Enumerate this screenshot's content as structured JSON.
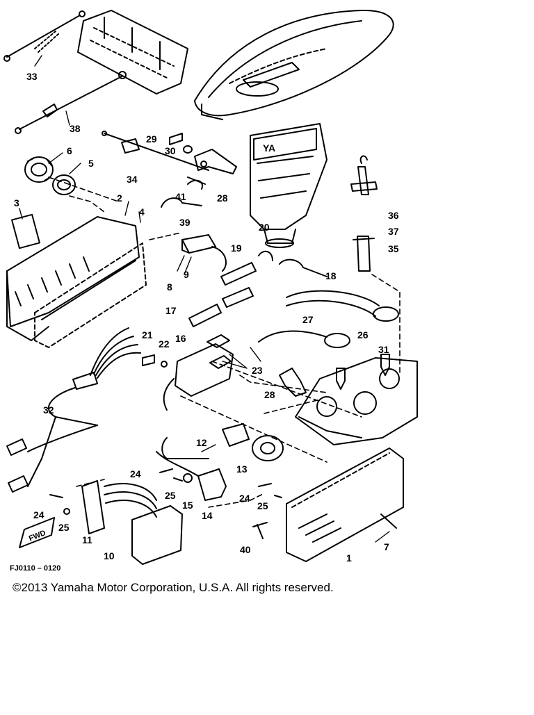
{
  "diagram": {
    "part_numbers": [
      "1",
      "2",
      "3",
      "4",
      "5",
      "6",
      "7",
      "8",
      "9",
      "10",
      "11",
      "12",
      "13",
      "14",
      "15",
      "16",
      "17",
      "18",
      "19",
      "20",
      "21",
      "22",
      "23",
      "24",
      "25",
      "26",
      "27",
      "28",
      "29",
      "30",
      "31",
      "32",
      "33",
      "34",
      "35",
      "36",
      "37",
      "38",
      "39",
      "40",
      "41"
    ],
    "labels": {
      "p1": "1",
      "p2": "2",
      "p3": "3",
      "p4": "4",
      "p5": "5",
      "p6": "6",
      "p7": "7",
      "p8": "8",
      "p9": "9",
      "p10": "10",
      "p11": "11",
      "p12": "12",
      "p13": "13",
      "p14": "14",
      "p15": "15",
      "p16": "16",
      "p17": "17",
      "p18": "18",
      "p19": "19",
      "p20": "20",
      "p21": "21",
      "p22": "22",
      "p23": "23",
      "p24a": "24",
      "p24b": "24",
      "p24c": "24",
      "p25a": "25",
      "p25b": "25",
      "p25c": "25",
      "p26": "26",
      "p27": "27",
      "p28a": "28",
      "p28b": "28",
      "p29": "29",
      "p30": "30",
      "p31": "31",
      "p32": "32",
      "p33": "33",
      "p34": "34",
      "p35": "35",
      "p36": "36",
      "p37": "37",
      "p38": "38",
      "p39": "39",
      "p40": "40",
      "p41": "41"
    },
    "fwd_arrow": "FWD",
    "figure_code": "FJ0110 – 0120"
  },
  "copyright": "©2013 Yamaha Motor Corporation, U.S.A. All rights reserved."
}
